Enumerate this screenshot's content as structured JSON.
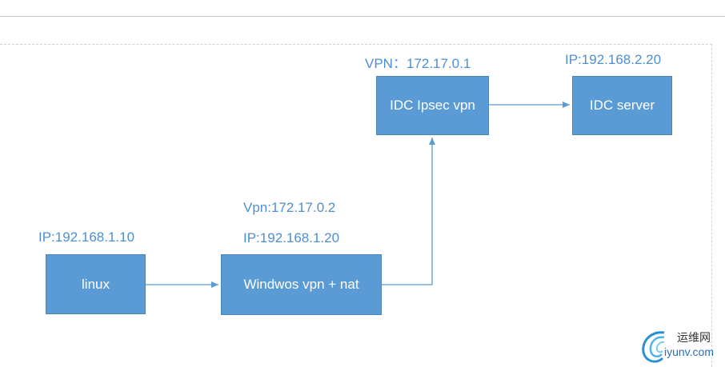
{
  "nodes": {
    "linux": {
      "label": "linux"
    },
    "windows": {
      "label": "Windwos vpn + nat"
    },
    "idc_vpn": {
      "label": "IDC Ipsec vpn"
    },
    "idc_server": {
      "label": "IDC server"
    }
  },
  "captions": {
    "linux_ip": "IP:192.168.1.10",
    "windows_vpn": "Vpn:172.17.0.2",
    "windows_ip": "IP:192.168.1.20",
    "idc_vpn_ip": "VPN：172.17.0.1",
    "idc_server_ip": "IP:192.168.2.20"
  },
  "watermark": {
    "cn": "运维网",
    "en": "iyunv.com"
  },
  "colors": {
    "node_fill": "#5b9bd5",
    "caption_text": "#4f8fd0",
    "edge": "#5b9bd5"
  }
}
